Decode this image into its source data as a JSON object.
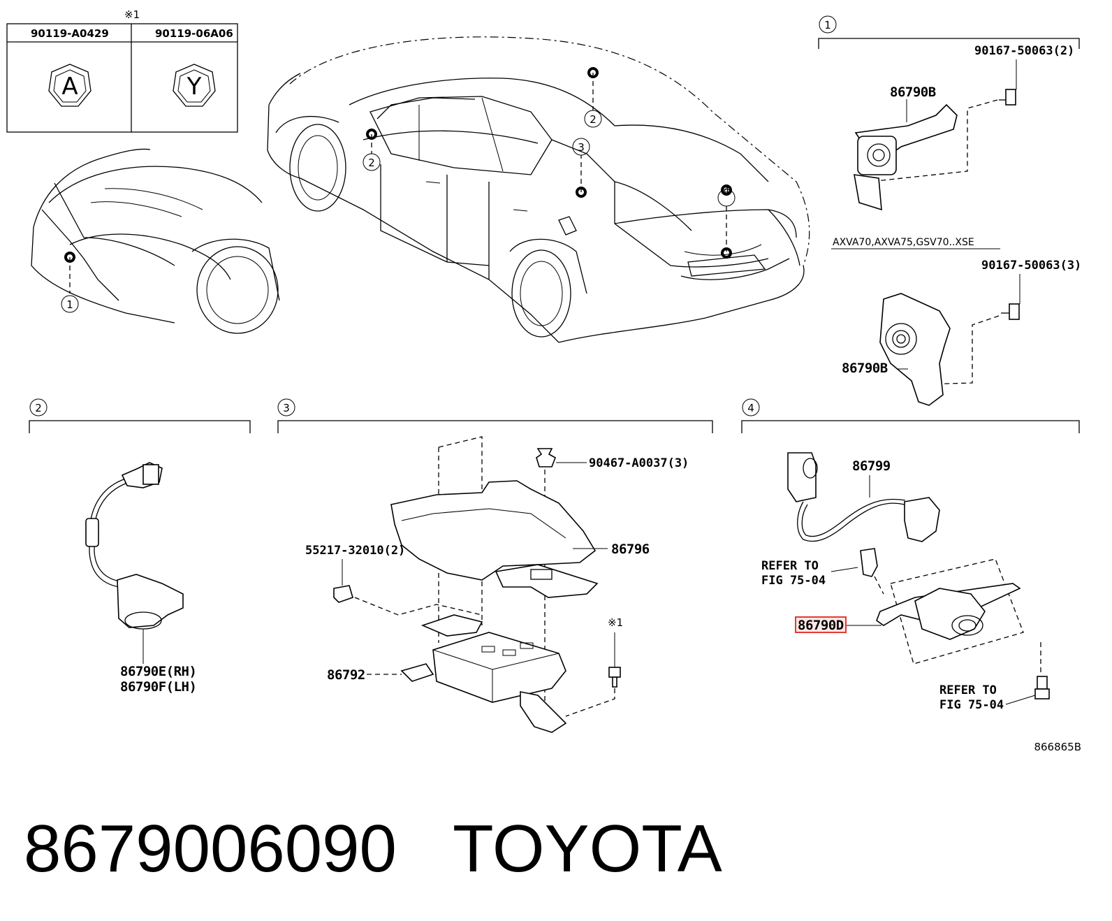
{
  "header_table": {
    "note_mark": "※1",
    "columns": [
      {
        "part_no": "90119-A0429",
        "symbol": "A"
      },
      {
        "part_no": "90119-06A06",
        "symbol": "Y"
      }
    ]
  },
  "callouts": {
    "c1": "1",
    "c2": "2",
    "c3": "3",
    "c4": "4"
  },
  "section1": {
    "tag": "1",
    "screw_a": "90167-50063(2)",
    "camera_a": "86790B",
    "variant_note": "AXVA70,AXVA75,GSV70..XSE",
    "screw_b": "90167-50063(3)",
    "camera_b": "86790B"
  },
  "section2": {
    "tag": "2",
    "camera_rh": "86790E(RH)",
    "camera_lh": "86790F(LH)"
  },
  "section3": {
    "tag": "3",
    "clip": "90467-A0037(3)",
    "clip2": "55217-32010(2)",
    "cover": "86796",
    "ecu": "86792",
    "note_mark": "※1"
  },
  "section4": {
    "tag": "4",
    "harness": "86799",
    "refer1_line1": "REFER TO",
    "refer1_line2": "FIG 75-04",
    "camera_d": "86790D",
    "refer2_line1": "REFER TO",
    "refer2_line2": "FIG 75-04"
  },
  "diagram_code": "866865B",
  "footer": {
    "part_number": "8679006090",
    "brand": "TOYOTA"
  },
  "colors": {
    "highlight": "#e53935",
    "ink": "#000000"
  }
}
